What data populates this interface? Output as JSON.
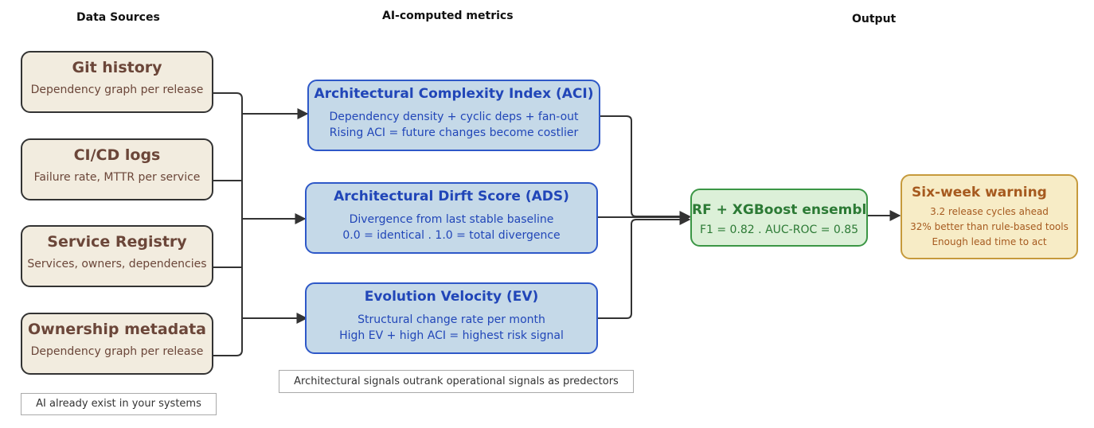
{
  "headers": {
    "sources": "Data Sources",
    "metrics": "AI-computed metrics",
    "output": "Output"
  },
  "sources": [
    {
      "title": "Git history",
      "subtitle": "Dependency graph per release"
    },
    {
      "title": "CI/CD logs",
      "subtitle": "Failure rate, MTTR per service"
    },
    {
      "title": "Service Registry",
      "subtitle": "Services, owners, dependencies"
    },
    {
      "title": "Ownership metadata",
      "subtitle": "Dependency graph per release"
    }
  ],
  "metrics": [
    {
      "title": "Architectural Complexity Index (ACI)",
      "line1": "Dependency density + cyclic deps + fan-out",
      "line2": "Rising ACI = future changes become costlier"
    },
    {
      "title": "Architectural Dirft Score (ADS)",
      "line1": "Divergence from last stable baseline",
      "line2": "0.0 = identical . 1.0 = total divergence"
    },
    {
      "title": "Evolution Velocity (EV)",
      "line1": "Structural change rate per month",
      "line2": "High EV + high ACI = highest risk signal"
    }
  ],
  "ensemble": {
    "title": "RF + XGBoost ensemble",
    "subtitle": "F1 = 0.82 . AUC-ROC = 0.85"
  },
  "output": {
    "title": "Six-week warning",
    "lines": [
      "3.2 release cycles ahead",
      "32% better than rule-based tools",
      "Enough lead time to act"
    ]
  },
  "notes": {
    "sources": "AI already exist in your systems",
    "metrics": "Architectural signals outrank operational signals as predectors"
  },
  "colors": {
    "source_fill": "#f2ecdf",
    "source_text": "#6b4639",
    "metric_fill": "#c5d9e8",
    "metric_border": "#2e58c8",
    "metric_text": "#2146b8",
    "ensemble_fill": "#dcf0d8",
    "ensemble_border": "#3b9645",
    "ensemble_text": "#2c7a35",
    "output_fill": "#f7ecc6",
    "output_border": "#c69a3c",
    "output_text": "#a65a1f",
    "connector": "#333333"
  }
}
